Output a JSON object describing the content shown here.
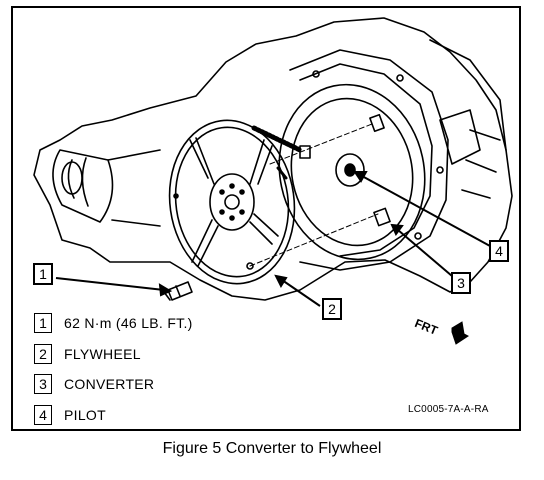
{
  "legend": [
    {
      "num": "1",
      "text": "62 N·m (46 LB. FT.)"
    },
    {
      "num": "2",
      "text": "FLYWHEEL"
    },
    {
      "num": "3",
      "text": "CONVERTER"
    },
    {
      "num": "4",
      "text": "PILOT"
    }
  ],
  "callouts": {
    "c1": "1",
    "c2": "2",
    "c3": "3",
    "c4": "4"
  },
  "drawing_code": "LC0005-7A-A-RA",
  "direction_label": "FRT",
  "caption": "Figure 5 Converter to Flywheel"
}
